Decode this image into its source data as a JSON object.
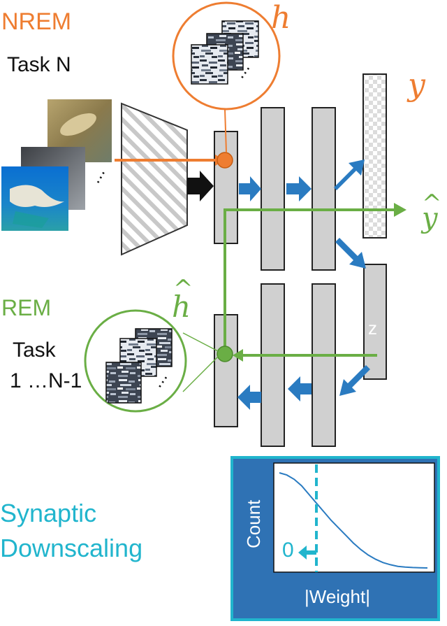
{
  "labels": {
    "nrem": "NREM",
    "task_n": "Task N",
    "rem": "REM",
    "task_range_line1": "Task",
    "task_range_line2": "1 …N-1",
    "synaptic_line1": "Synaptic",
    "synaptic_line2": "Downscaling",
    "h": "h",
    "h_hat": "h",
    "y": "y",
    "y_hat": "y",
    "z": "z",
    "count": "Count",
    "zero": "0",
    "weight": "|Weight|",
    "dots": "…"
  },
  "colors": {
    "nrem_orange": "#ee7d31",
    "rem_green": "#6aae45",
    "downscale_cyan": "#21b5cd",
    "layer_arrow_blue": "#2a7bc1",
    "layer_gray": "#d0d0d0",
    "panel_blue": "#2f72b4"
  },
  "icons": {
    "input_images": "photo-stack-icon",
    "encoder": "hatched-trapezoid-icon",
    "feature_maps": "feature-map-stack-icon",
    "replay_maps": "feature-map-stack-icon"
  },
  "chart_data": {
    "type": "line",
    "xlabel": "|Weight|",
    "ylabel": "Count",
    "series": [
      {
        "x": [
          0.0,
          0.05,
          0.1,
          0.15,
          0.2,
          0.25,
          0.3,
          0.35,
          0.4,
          0.45,
          0.5,
          0.55,
          0.6,
          0.65,
          0.7,
          0.75,
          0.8,
          0.85,
          0.9,
          0.95,
          1.0
        ],
        "values": [
          0.88,
          0.86,
          0.82,
          0.76,
          0.68,
          0.6,
          0.52,
          0.44,
          0.37,
          0.3,
          0.23,
          0.17,
          0.12,
          0.08,
          0.05,
          0.03,
          0.015,
          0.008,
          0.004,
          0.002,
          0.0
        ]
      }
    ],
    "threshold_x": 0.25,
    "threshold_label": "0",
    "grid": false
  }
}
